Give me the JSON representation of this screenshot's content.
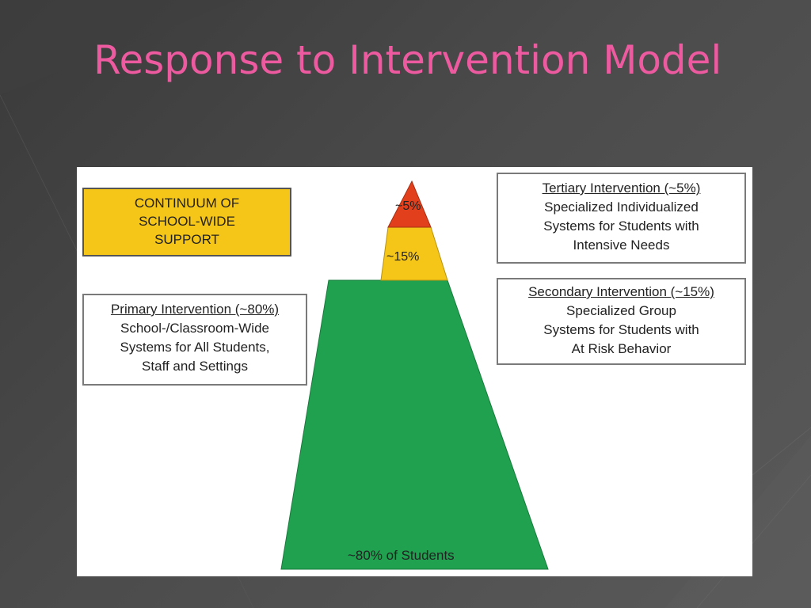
{
  "slide": {
    "title": "Response to Intervention Model"
  },
  "diagram": {
    "continuum_box": {
      "lines": [
        "CONTINUUM OF",
        "SCHOOL-WIDE",
        "SUPPORT"
      ]
    },
    "primary_box": {
      "heading": "Primary Intervention (~80%)",
      "lines": [
        "School-/Classroom-Wide",
        "Systems for All Students,",
        "Staff and Settings"
      ]
    },
    "tertiary_box": {
      "heading": "Tertiary Intervention (~5%)",
      "lines": [
        "Specialized Individualized",
        "Systems for Students with",
        "Intensive Needs"
      ]
    },
    "secondary_box": {
      "heading": "Secondary Intervention (~15%)",
      "lines": [
        "Specialized Group",
        "Systems for Students with",
        "At Risk Behavior"
      ]
    },
    "pyramid": {
      "tiers": [
        {
          "label": "~5%",
          "color": "#e2401c"
        },
        {
          "label": "~15%",
          "color": "#f5c518"
        },
        {
          "label": "~80% of Students",
          "color": "#1fa150"
        }
      ]
    },
    "colors": {
      "title": "#ee5aa0",
      "continuum_fill": "#f5c518",
      "background": "#4a4a4a"
    }
  }
}
